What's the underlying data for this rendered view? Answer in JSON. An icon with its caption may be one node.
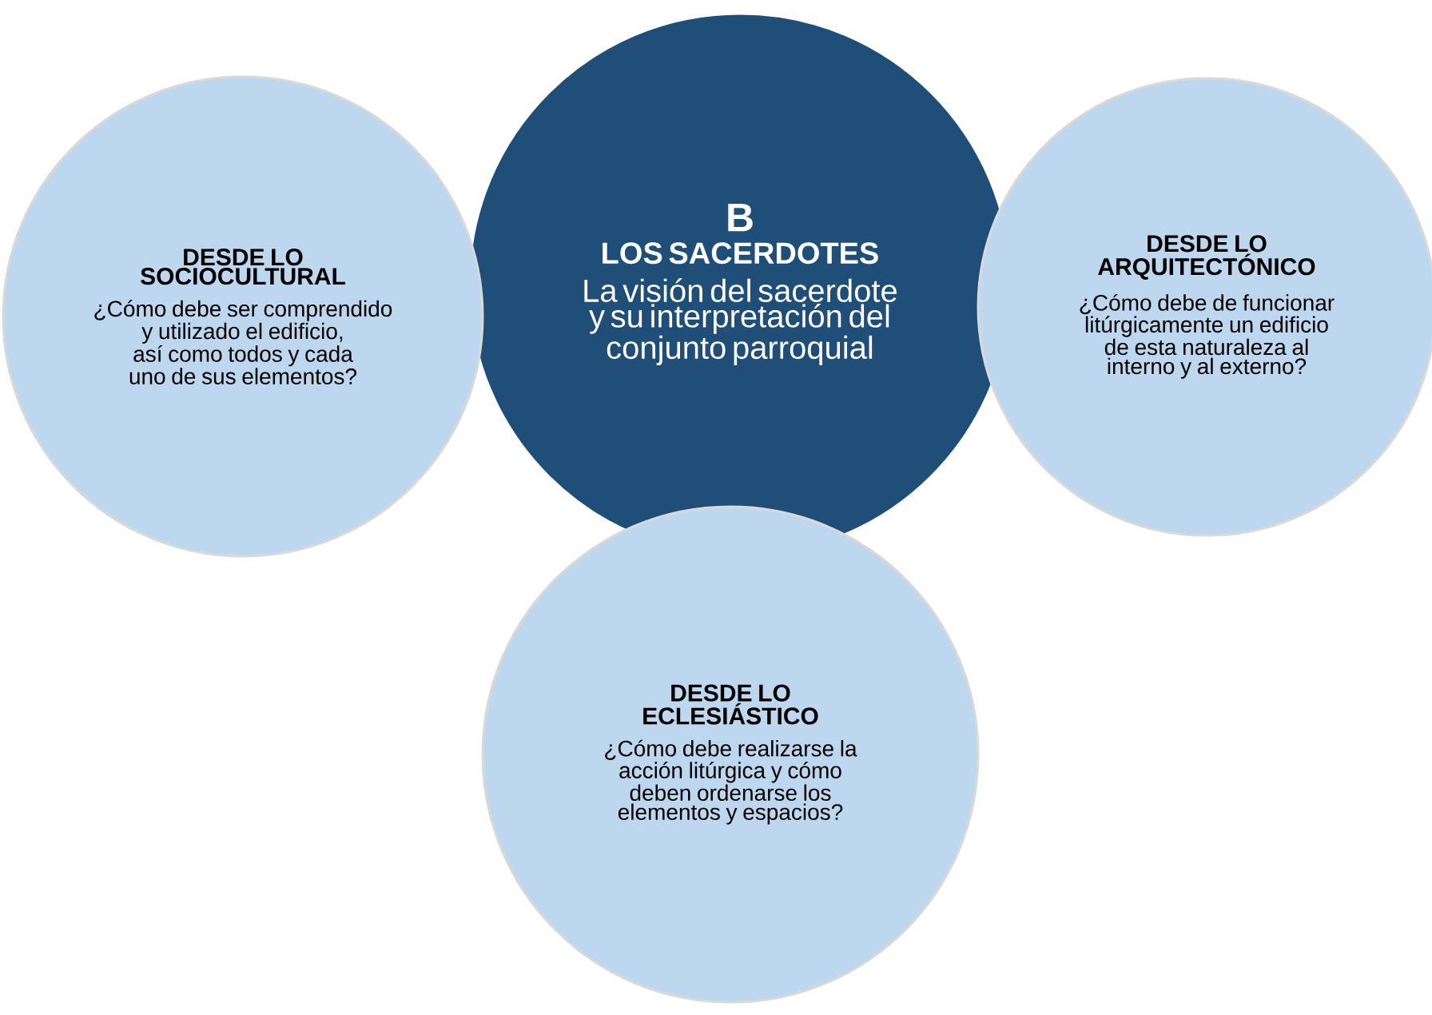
{
  "diagram": {
    "nodes": [
      {
        "text": [
          "DESDE LO SOCIOCULTURAL",
          "¿Cómo debe ser comprendido y utilizado el edificio, así como todos y cada uno de sus elementos?"
        ]
      },
      {
        "text": [
          "B",
          "LOS SACERDOTES",
          "La visión del sacerdote y su interpretación del conjunto parroquial"
        ]
      },
      {
        "text": [
          "DESDE LO ARQUITECTÓNICO",
          "¿Cómo debe de funcionar litúrgicamente un edificio de esta naturaleza al interno y al externo?"
        ]
      },
      {
        "text": [
          "DESDE LO ECLESIÁSTICO",
          "¿Cómo debe realizarse la acción litúrgica y cómo deben ordenarse los elementos y espacios?"
        ]
      }
    ]
  }
}
